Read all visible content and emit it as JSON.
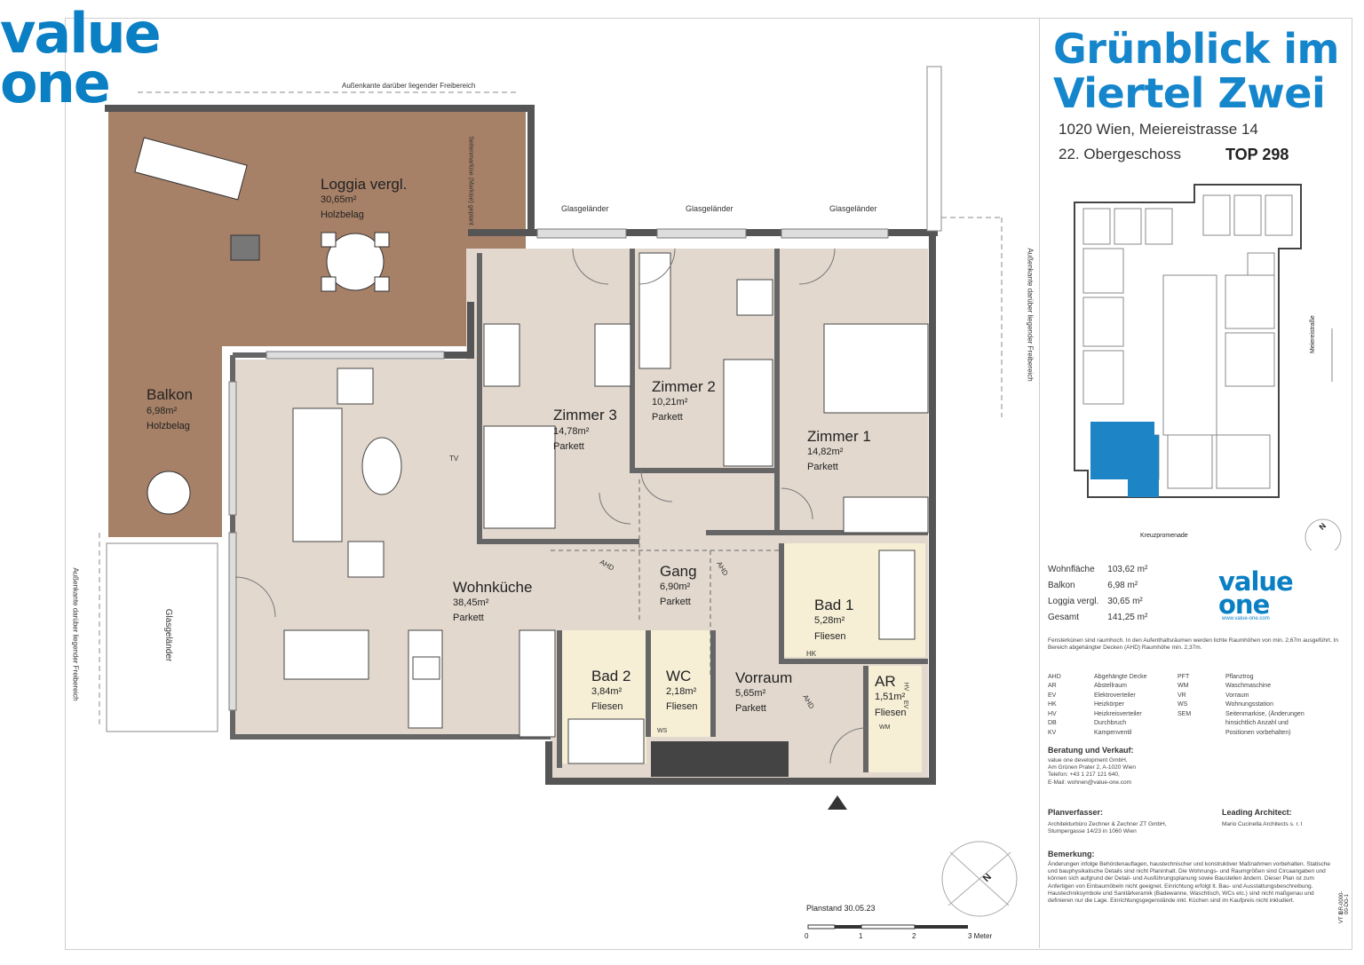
{
  "brand": {
    "logo_line1": "value",
    "logo_line2": "one",
    "small_logo_line1": "value",
    "small_logo_line2": "one",
    "small_logo_url": "www.value-one.com"
  },
  "project": {
    "title_line1": "Grünblick im",
    "title_line2": "Viertel Zwei",
    "address": "1020 Wien, Meiereistrasse 14",
    "floor": "22. Obergeschoss",
    "unit": "TOP 298"
  },
  "site_plan": {
    "street_right": "Meiereistraße",
    "street_bottom": "Kreuzpromenade",
    "unit_highlight_color": "#1d84c6"
  },
  "areas": [
    {
      "label": "Wohnfläche",
      "value": "103,62 m²"
    },
    {
      "label": "Balkon",
      "value": "6,98 m²"
    },
    {
      "label": "Loggia vergl.",
      "value": "30,65 m²"
    },
    {
      "label": "Gesamt",
      "value": "141,25 m²"
    }
  ],
  "notes_text": "Fensterkünen sind raumhoch. In den Aufenthaltsräumen werden lichte Raumhöhen von min. 2,67m ausgeführt. In Bereich abgehängter Decken (AHD) Raumhöhe min. 2,37m.",
  "abbreviations_left": [
    {
      "k": "AHD",
      "v": "Abgehängte Decke"
    },
    {
      "k": "AR",
      "v": "Abstellraum"
    },
    {
      "k": "EV",
      "v": "Elektroverteiler"
    },
    {
      "k": "HK",
      "v": "Heizkörper"
    },
    {
      "k": "HV",
      "v": "Heizkreisverteiler"
    },
    {
      "k": "DB",
      "v": "Durchbruch"
    },
    {
      "k": "KV",
      "v": "Kampenventil"
    }
  ],
  "abbreviations_right": [
    {
      "k": "PFT",
      "v": "Pflanztrog"
    },
    {
      "k": "WM",
      "v": "Waschmaschine"
    },
    {
      "k": "VR",
      "v": "Vorraum"
    },
    {
      "k": "WS",
      "v": "Wohnungsstation"
    },
    {
      "k": "SEM",
      "v": "Seitenmarkise, (Änderungen"
    },
    {
      "k": "",
      "v": "hinsichtlich Anzahl und"
    },
    {
      "k": "",
      "v": "Positionen vorbehalten)"
    }
  ],
  "sales": {
    "title": "Beratung und Verkauf:",
    "lines": [
      "value one development GmbH,",
      "Am Grünen Prater 2, A-1020 Wien",
      "Telefon: +43 1 217 121 640,",
      "E-Mail: wohnen@value-one.com"
    ]
  },
  "planner": {
    "title": "Planverfasser:",
    "lines": [
      "Architekturbüro Zechner & Zechner ZT GmbH,",
      "Stumpergasse 14/23 in 1060 Wien"
    ]
  },
  "architect": {
    "title": "Leading Architect:",
    "lines": [
      "Mario Cucinella Architects s. r. l"
    ]
  },
  "remarks": {
    "title": "Bemerkung:",
    "text": "Änderungen infolge Behördenauflagen, haustechnischer und konstruktiver Maßnahmen vorbehalten. Statische und bauphysikalische Details sind nicht Planinhalt. Die Wohnungs- und Raumgrößen sind Circaangaben und können sich aufgrund der Detail- und Ausführungsplanung sowie Baustellen ändern. Dieser Plan ist zum Anfertigen von Einbaumöbeln nicht geeignet. Einrichtung erfolgt lt. Bau- und Ausstattungsbeschreibung. Haustechniksymbole und Sanitärkeramik (Badewanne, Waschtisch, WCs etc.) sind nicht maßgenau und definieren nur die Lage. Einrichtungsgegenstände inkl. Küchen sind im Kaufpreis nicht inkludiert."
  },
  "side_code": "VT 3",
  "side_code2": "GR-0000-00-DG-1",
  "plan_date": "Planstand 30.05.23",
  "scale": {
    "ticks": [
      "0",
      "1",
      "2",
      "3 Meter"
    ]
  },
  "north": "N",
  "rooms": [
    {
      "id": "loggia",
      "name": "Loggia vergl.",
      "area": "30,65m²",
      "floor": "Holzbelag"
    },
    {
      "id": "balkon",
      "name": "Balkon",
      "area": "6,98m²",
      "floor": "Holzbelag"
    },
    {
      "id": "zimmer3",
      "name": "Zimmer 3",
      "area": "14,78m²",
      "floor": "Parkett"
    },
    {
      "id": "zimmer2",
      "name": "Zimmer 2",
      "area": "10,21m²",
      "floor": "Parkett"
    },
    {
      "id": "zimmer1",
      "name": "Zimmer 1",
      "area": "14,82m²",
      "floor": "Parkett"
    },
    {
      "id": "wohnkueche",
      "name": "Wohnküche",
      "area": "38,45m²",
      "floor": "Parkett"
    },
    {
      "id": "gang",
      "name": "Gang",
      "area": "6,90m²",
      "floor": "Parkett"
    },
    {
      "id": "bad1",
      "name": "Bad 1",
      "area": "5,28m²",
      "floor": "Fliesen"
    },
    {
      "id": "bad2",
      "name": "Bad 2",
      "area": "3,84m²",
      "floor": "Fliesen"
    },
    {
      "id": "wc",
      "name": "WC",
      "area": "2,18m²",
      "floor": "Fliesen"
    },
    {
      "id": "vorraum",
      "name": "Vorraum",
      "area": "5,65m²",
      "floor": "Parkett"
    },
    {
      "id": "ar",
      "name": "AR",
      "area": "1,51m²",
      "floor": "Fliesen"
    }
  ],
  "plan_labels": {
    "glas1": "Glasgeländer",
    "glas2": "Glasgeländer",
    "glas3": "Glasgeländer",
    "glas_side": "Glasgeländer",
    "top_edge": "Außenkante darüber liegender Freibereich",
    "right_edge": "Außenkante darüber liegender Freibereich",
    "left_edge": "Außenkante darüber liegender Freibereich",
    "loggia_side": "Seitenmarkise (Markise) geplant",
    "tv": "TV",
    "ahd": "AHD",
    "hk": "HK",
    "ws": "WS",
    "wm": "WM",
    "hv": "HV",
    "ev": "EV"
  },
  "colors": {
    "loggia": "#a68067",
    "interior": "#e2d8ce",
    "wet": "#f6efd6",
    "wall": "#5e5e5e",
    "accent": "#1686cc"
  }
}
